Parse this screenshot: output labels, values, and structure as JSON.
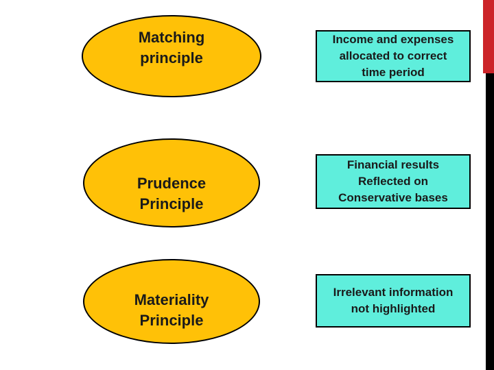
{
  "slide": {
    "background": "#ffffff"
  },
  "colors": {
    "ellipse_fill": "#FFC107",
    "box_fill": "#5FEEDC",
    "shape_border": "#000000",
    "red_accent": "#CC2429",
    "black_accent": "#000000",
    "text_color": "#1A1A1A"
  },
  "rows": [
    {
      "ellipse_label": "Matching\nprinciple",
      "box_text": "Income and expenses\nallocated to correct\ntime period"
    },
    {
      "ellipse_label": "Prudence\nPrinciple",
      "box_text": "Financial results\nReflected on\nConservative bases"
    },
    {
      "ellipse_label": "Materiality\nPrinciple",
      "box_text": "Irrelevant information\nnot highlighted"
    }
  ]
}
